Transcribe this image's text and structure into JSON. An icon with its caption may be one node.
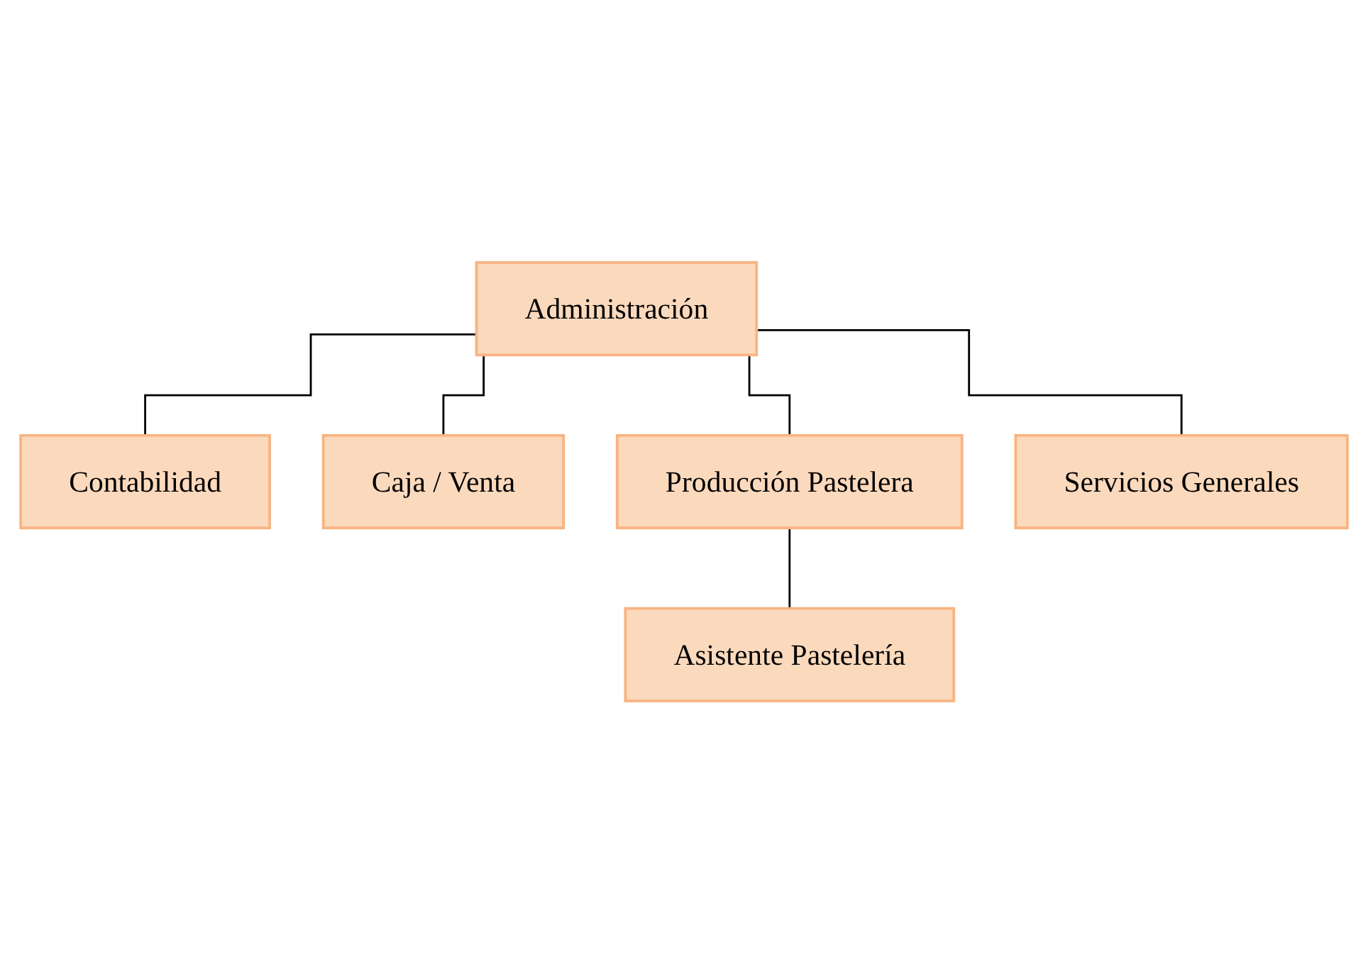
{
  "diagram": {
    "nodes": [
      {
        "text": [
          "Administración"
        ]
      },
      {
        "text": [
          "Contabilidad"
        ]
      },
      {
        "text": [
          "Caja / Venta"
        ]
      },
      {
        "text": [
          "Producción Pastelera"
        ]
      },
      {
        "text": [
          "Servicios Generales"
        ]
      },
      {
        "text": [
          "Asistente Pastelería"
        ]
      }
    ],
    "edges": [
      {
        "from": 0,
        "to": 1,
        "arrow": "none"
      },
      {
        "from": 0,
        "to": 2,
        "arrow": "none"
      },
      {
        "from": 0,
        "to": 3,
        "arrow": "none"
      },
      {
        "from": 0,
        "to": 4,
        "arrow": "none"
      },
      {
        "from": 3,
        "to": 5,
        "arrow": "none"
      }
    ]
  }
}
